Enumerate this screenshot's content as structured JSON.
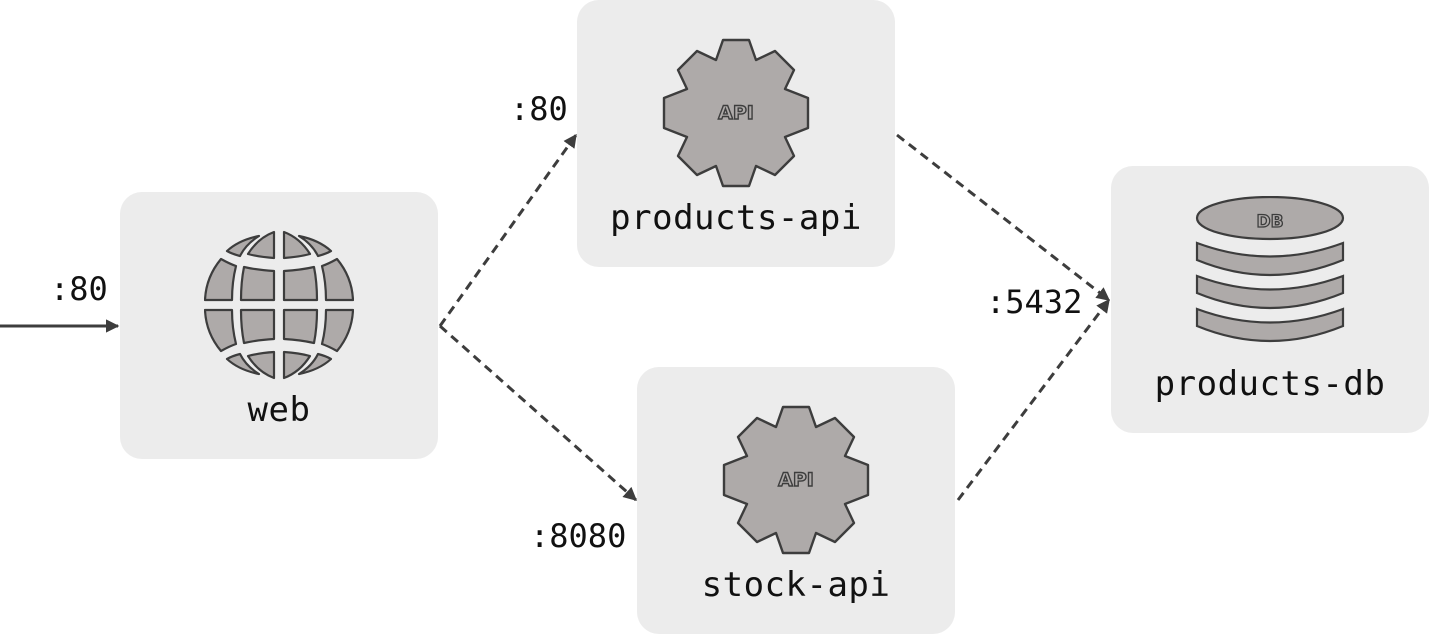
{
  "diagram": {
    "nodes": [
      {
        "id": "web",
        "label": "web",
        "icon": "globe-icon"
      },
      {
        "id": "products-api",
        "label": "products-api",
        "icon": "gear-api-icon",
        "icon_text": "API"
      },
      {
        "id": "stock-api",
        "label": "stock-api",
        "icon": "gear-api-icon",
        "icon_text": "API"
      },
      {
        "id": "products-db",
        "label": "products-db",
        "icon": "database-icon",
        "icon_text": "DB"
      }
    ],
    "ports": {
      "web": ":80",
      "products_api": ":80",
      "stock_api": ":8080",
      "products_db": ":5432"
    },
    "edges": [
      {
        "from": "external",
        "to": "web",
        "style": "solid",
        "port": ":80"
      },
      {
        "from": "web",
        "to": "products-api",
        "style": "dashed",
        "port": ":80"
      },
      {
        "from": "web",
        "to": "stock-api",
        "style": "dashed",
        "port": ":8080"
      },
      {
        "from": "products-api",
        "to": "products-db",
        "style": "dashed",
        "port": ":5432"
      },
      {
        "from": "stock-api",
        "to": "products-db",
        "style": "dashed",
        "port": ":5432"
      }
    ],
    "colors": {
      "node_bg": "#ececec",
      "icon_fill": "#aeaaa9",
      "icon_stroke": "#3d3d3d",
      "edge": "#3d3d3d",
      "text": "#111111"
    }
  }
}
